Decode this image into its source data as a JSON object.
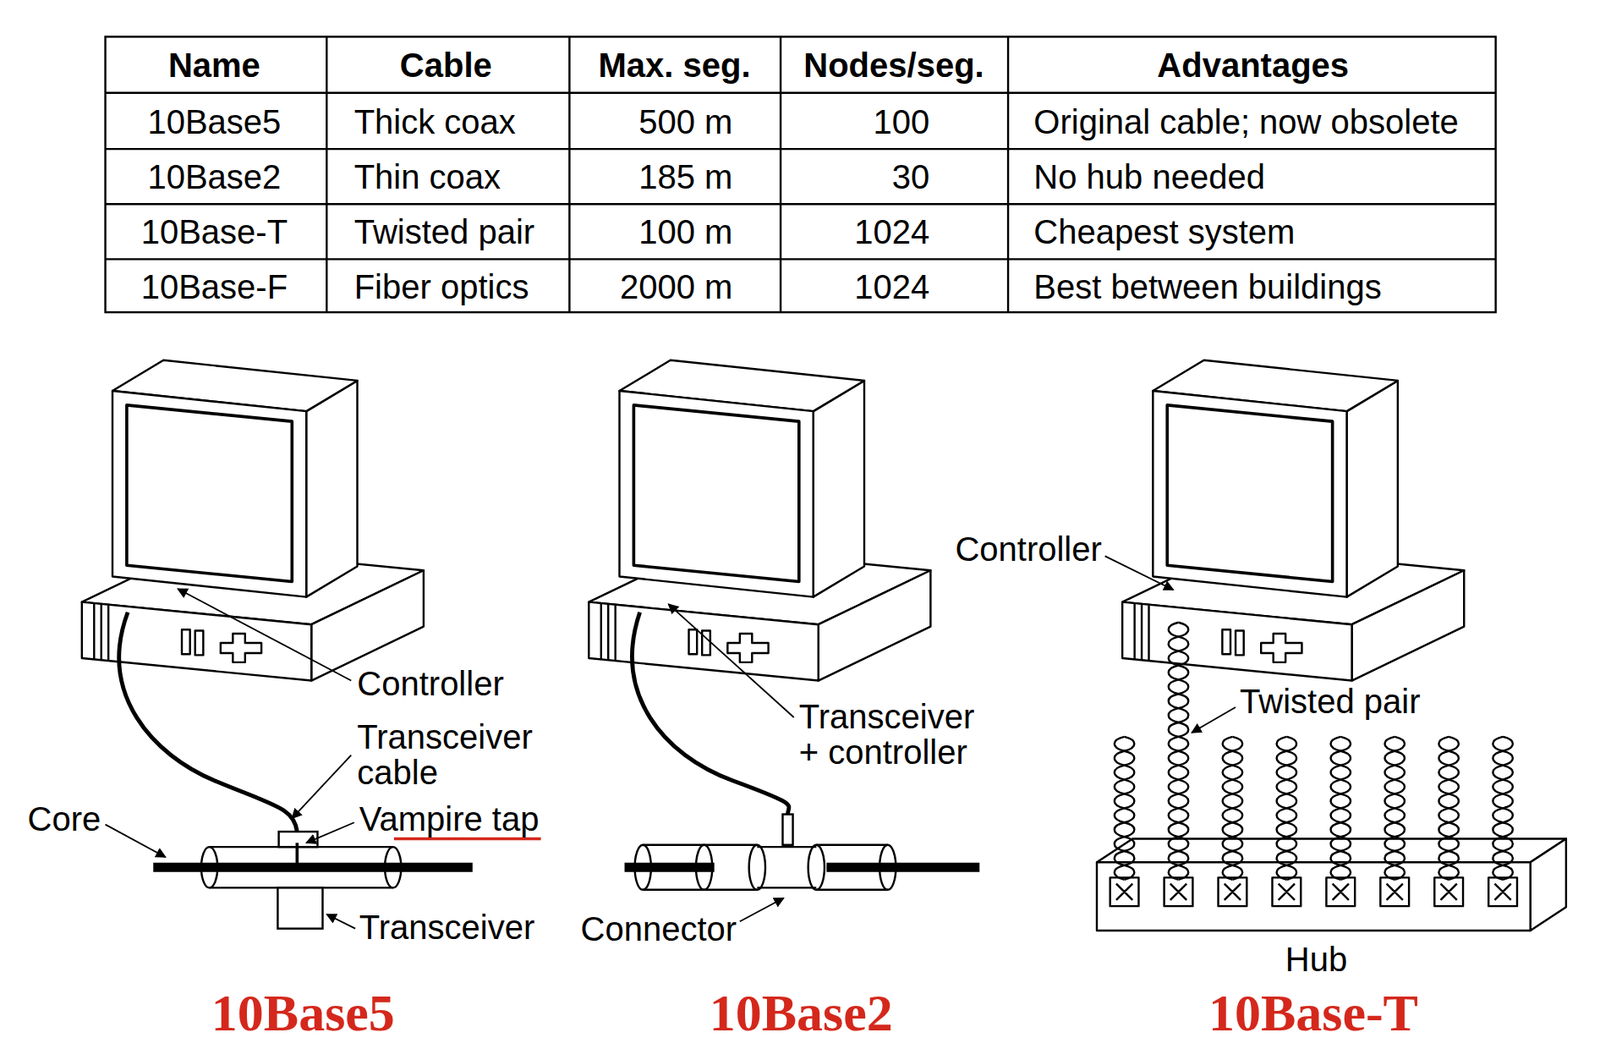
{
  "diagram": {
    "labels": [
      "Name",
      "Cable",
      "Max. seg.",
      "Nodes/seg.",
      "Advantages",
      "10Base5",
      "Thick coax",
      "500 m",
      "100",
      "Original cable; now obsolete",
      "10Base2",
      "Thin coax",
      "185 m",
      "30",
      "No hub needed",
      "10Base-T",
      "Twisted pair",
      "100 m",
      "1024",
      "Cheapest system",
      "10Base-F",
      "Fiber optics",
      "2000 m",
      "1024",
      "Best between buildings",
      "Controller",
      "Transceiver cable",
      "Core",
      "Vampire tap",
      "Transceiver",
      "Transceiver + controller",
      "Connector",
      "Controller",
      "Twisted pair",
      "Hub",
      "10Base5",
      "10Base2",
      "10Base-T"
    ]
  }
}
